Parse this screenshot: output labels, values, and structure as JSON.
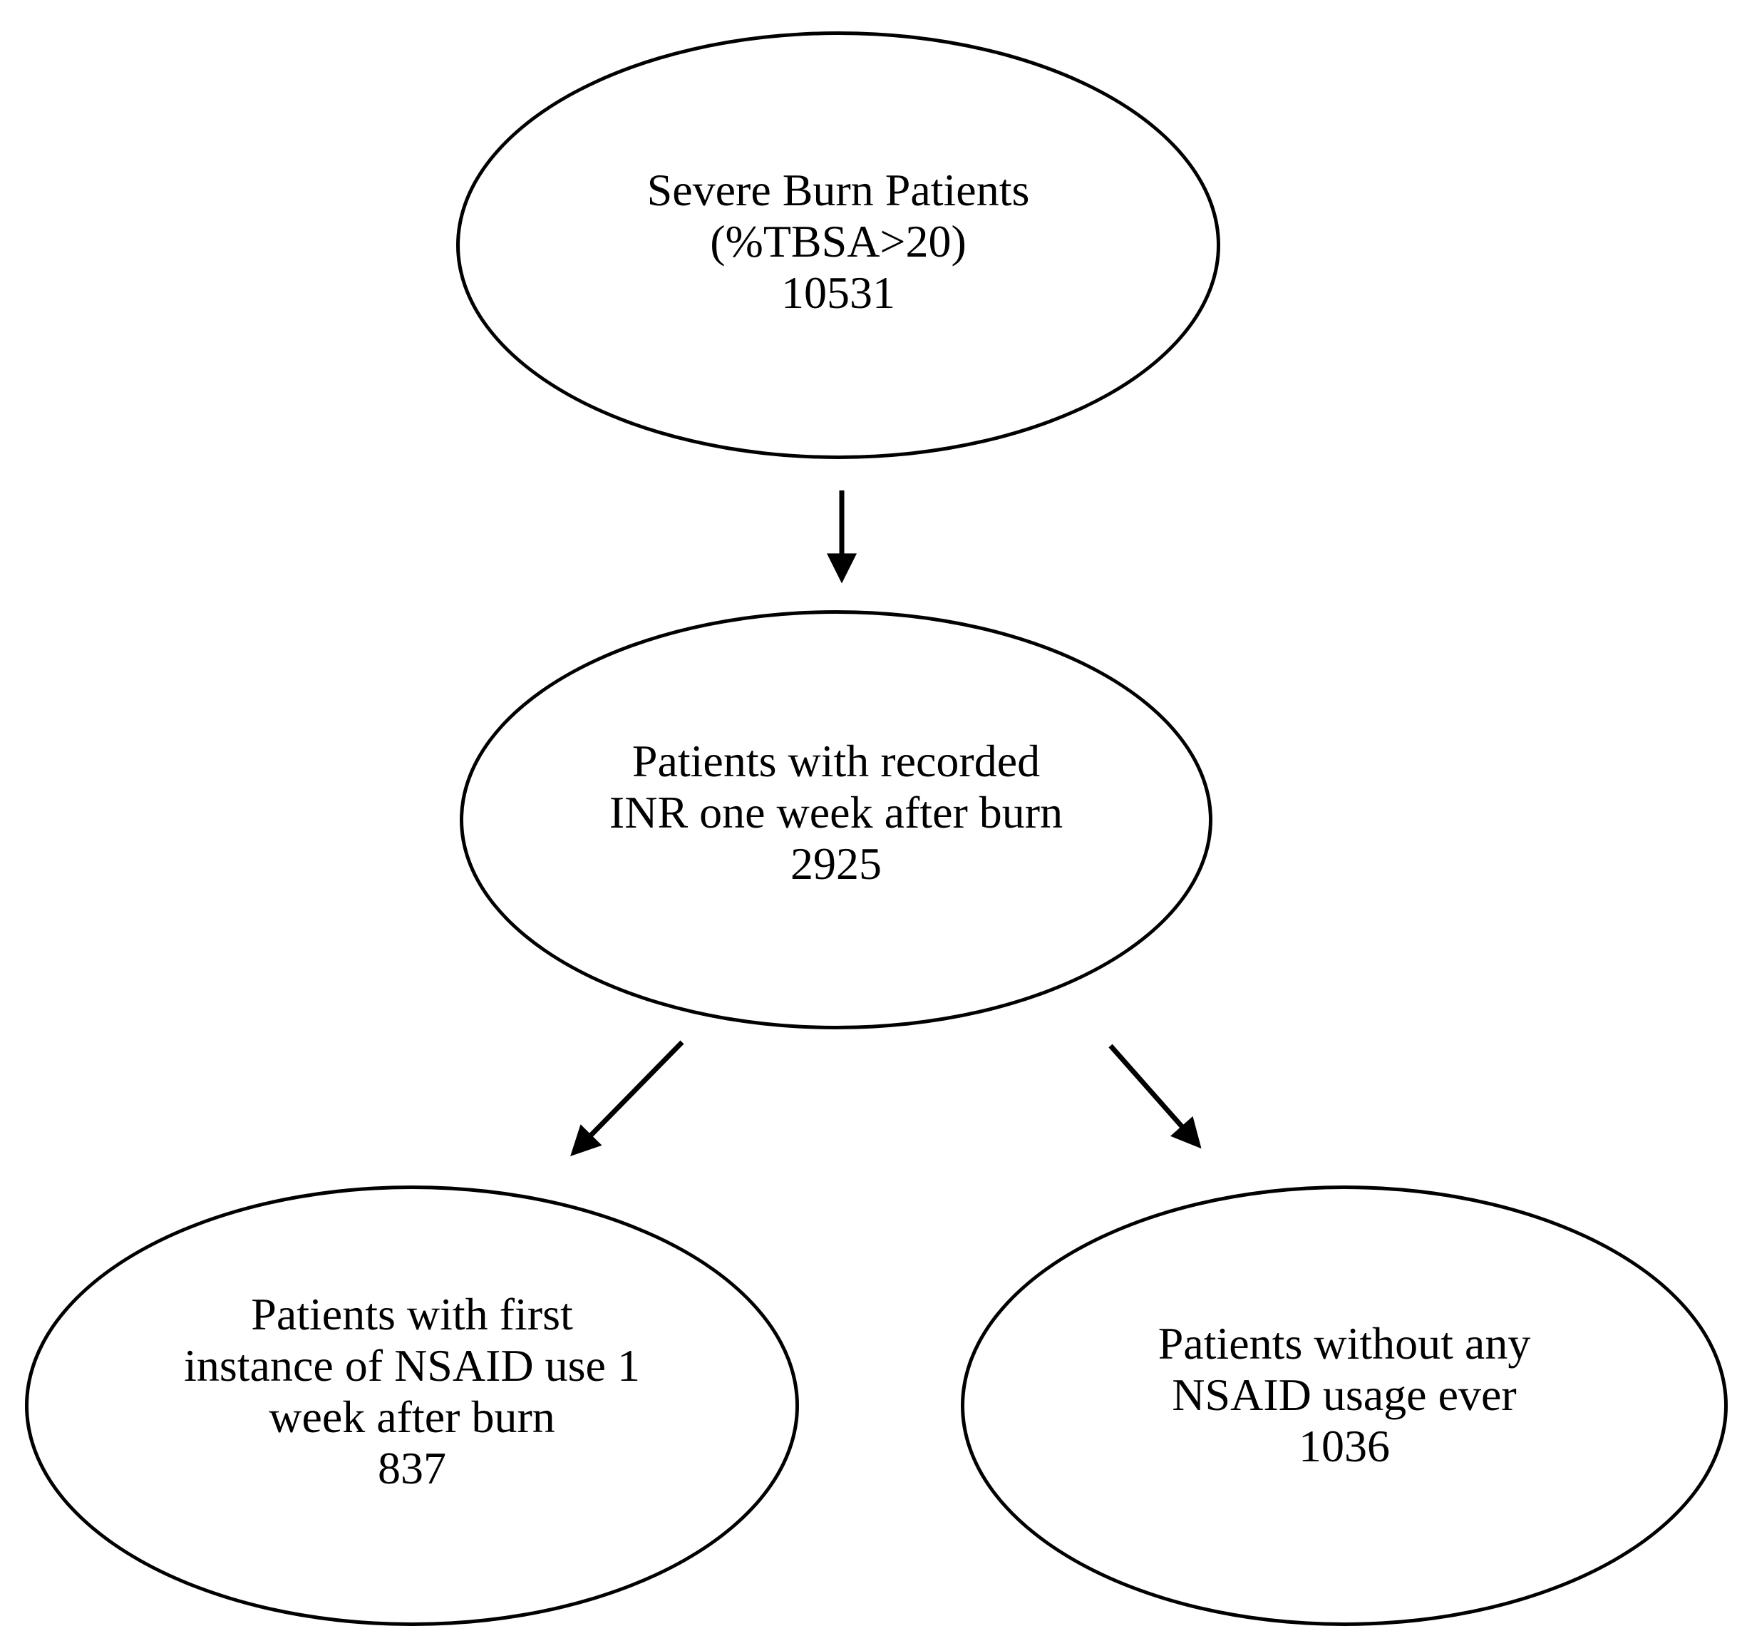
{
  "diagram": {
    "type": "flowchart",
    "background_color": "#ffffff",
    "stroke_color": "#000000",
    "text_color": "#000000",
    "nodes": [
      {
        "id": "severe-burn-patients",
        "shape": "ellipse",
        "lines": [
          "Severe Burn Patients",
          "(%TBSA>20)",
          "10531"
        ],
        "count": "10531"
      },
      {
        "id": "recorded-inr-one-week",
        "shape": "ellipse",
        "lines": [
          "Patients with recorded",
          "INR one week after burn",
          "2925"
        ],
        "count": "2925"
      },
      {
        "id": "first-nsaid-use-one-week",
        "shape": "ellipse",
        "lines": [
          "Patients with first",
          "instance of NSAID use 1",
          "week after burn",
          "837"
        ],
        "count": "837"
      },
      {
        "id": "no-nsaid-usage-ever",
        "shape": "ellipse",
        "lines": [
          "Patients without any",
          "NSAID usage ever",
          "1036"
        ],
        "count": "1036"
      }
    ],
    "edges": [
      {
        "from": "severe-burn-patients",
        "to": "recorded-inr-one-week"
      },
      {
        "from": "recorded-inr-one-week",
        "to": "first-nsaid-use-one-week"
      },
      {
        "from": "recorded-inr-one-week",
        "to": "no-nsaid-usage-ever"
      }
    ]
  }
}
